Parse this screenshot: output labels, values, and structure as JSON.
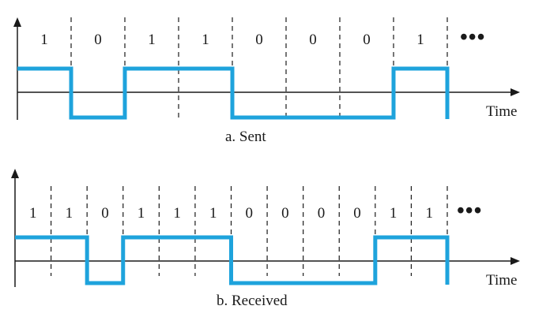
{
  "colors": {
    "signal": "#1ea3dc",
    "axis": "#1a1a1a",
    "divider": "#1a1a1a"
  },
  "panels": [
    {
      "id": "sent",
      "caption": "a. Sent",
      "time_label": "Time",
      "ellipsis": "•••",
      "bits": [
        "1",
        "0",
        "1",
        "1",
        "0",
        "0",
        "0",
        "1"
      ]
    },
    {
      "id": "received",
      "caption": "b. Received",
      "time_label": "Time",
      "ellipsis": "•••",
      "bits": [
        "1",
        "1",
        "0",
        "1",
        "1",
        "1",
        "0",
        "0",
        "0",
        "0",
        "1",
        "1"
      ]
    }
  ]
}
